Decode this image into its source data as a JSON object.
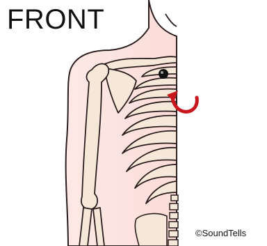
{
  "diagram": {
    "heading": "FRONT",
    "credit": "©SoundTells",
    "colors": {
      "skin": "#fde5e2",
      "bone": "#f6e8d8",
      "outline": "#2a1d1d",
      "arrow": "#c8161e",
      "marker": "#111111"
    },
    "icons": [
      "skeleton-torso-illustration",
      "sensor-dot-icon",
      "curved-arrow-icon"
    ]
  }
}
